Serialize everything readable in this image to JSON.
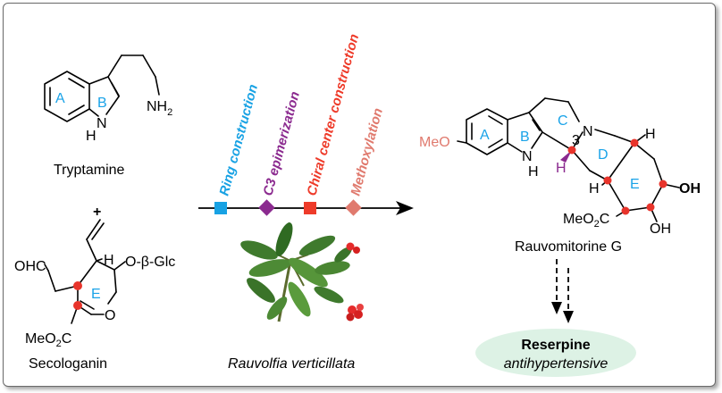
{
  "reactants": {
    "tryptamine": {
      "name": "Tryptamine",
      "amine": "NH",
      "amine_sub": "2",
      "ring_a": "A",
      "ring_b": "B",
      "indole_n": "N",
      "indole_h": "H"
    },
    "plus": "+",
    "secologanin": {
      "name": "Secologanin",
      "aldehyde": "OHC",
      "glycoside": "O-β-Glc",
      "h": "H",
      "ring_e": "E",
      "ring_o": "O",
      "ester_pre": "MeO",
      "ester_sub": "2",
      "ester_post": "C"
    }
  },
  "steps": [
    {
      "label": "Ring construction",
      "color": "#18a2e4",
      "marker": "square"
    },
    {
      "label": "C3 epimerization",
      "color": "#8b2a8f",
      "marker": "diamond"
    },
    {
      "label": "Chiral center construction",
      "color": "#ee3b2a",
      "marker": "square"
    },
    {
      "label": "Methoxylation",
      "color": "#e07a6e",
      "marker": "diamond"
    }
  ],
  "plant": {
    "name": "Rauvolfia verticillata",
    "name_color": "#1f6b3a"
  },
  "product": {
    "name": "Rauvomitorine G",
    "methoxy": "MeO",
    "methoxy_color": "#e07a6e",
    "rings": [
      "A",
      "B",
      "C",
      "D",
      "E"
    ],
    "n_bridge": "N",
    "n_indole": "N",
    "h_indole": "H",
    "c3_label": "3",
    "c3_h": "H",
    "h_top": "H",
    "h_left": "H",
    "oh1": "OH",
    "oh2": "OH",
    "ester_pre": "MeO",
    "ester_sub": "2",
    "ester_post": "C",
    "stereocenter_color": "#e8342b"
  },
  "target": {
    "name": "Reserpine",
    "activity": "antihypertensive",
    "activity_color": "#2a4bd8",
    "bubble_color": "#ddf2e5"
  }
}
